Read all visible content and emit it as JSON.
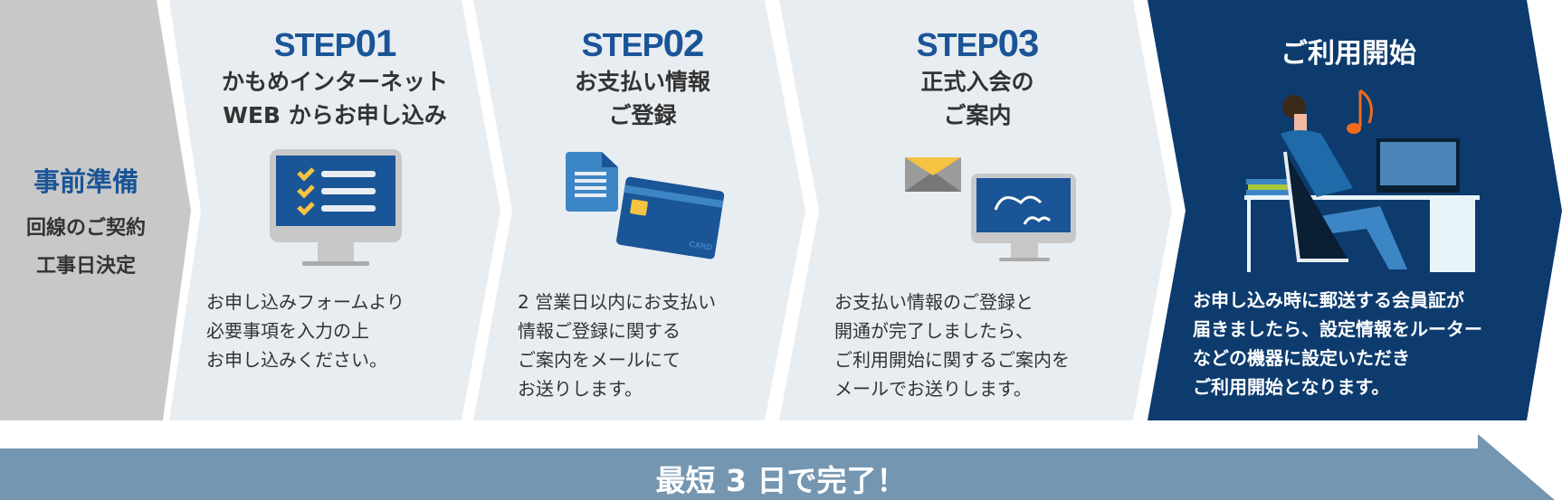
{
  "colors": {
    "navy": "#0d3b6e",
    "step_blue": "#1a5597",
    "gray_panel": "#c8c8c8",
    "light_panel": "#e8edf2",
    "bar": "#7596b0",
    "check": "#f5c342"
  },
  "pre": {
    "title": "事前準備",
    "lines": [
      "回線のご契約",
      "工事日決定"
    ]
  },
  "steps": [
    {
      "label": "STEP",
      "num": "01",
      "title": [
        "かもめインターネット",
        "WEB からお申し込み"
      ],
      "icon": "monitor-checklist-icon",
      "body": "お申し込みフォームより\n必要事項を入力の上\nお申し込みください。"
    },
    {
      "label": "STEP",
      "num": "02",
      "title": [
        "お支払い情報",
        "ご登録"
      ],
      "icon": "document-credit-card-icon",
      "card_text": "CARD",
      "body": "2 営業日以内にお支払い\n情報ご登録に関する\nご案内をメールにて\nお送りします。"
    },
    {
      "label": "STEP",
      "num": "03",
      "title": [
        "正式入会の",
        "ご案内"
      ],
      "icon": "envelope-monitor-icon",
      "body": "お支払い情報のご登録と\n開通が完了しましたら、\nご利用開始に関するご案内を\nメールでお送りします。"
    }
  ],
  "final": {
    "title": "ご利用開始",
    "icon": "person-at-desk-video-call-icon",
    "body": "お申し込み時に郵送する会員証が\n届きましたら、設定情報をルーター\nなどの機器に設定いただき\nご利用開始となります。"
  },
  "bar": {
    "label": "最短 3 日で完了！"
  }
}
